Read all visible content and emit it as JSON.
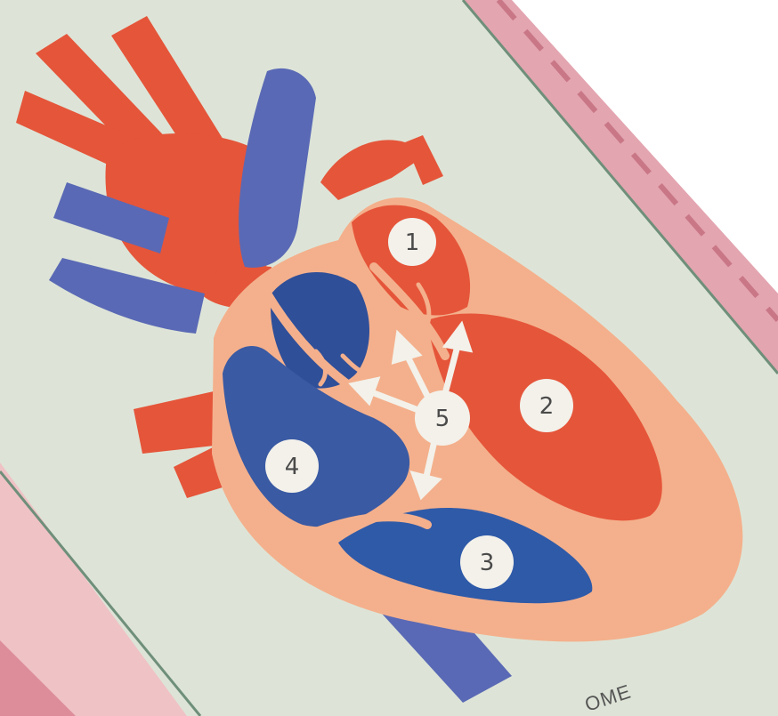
{
  "diagram": {
    "markers": [
      {
        "id": "1",
        "label": "1"
      },
      {
        "id": "2",
        "label": "2"
      },
      {
        "id": "3",
        "label": "3"
      },
      {
        "id": "4",
        "label": "4"
      },
      {
        "id": "5",
        "label": "5"
      }
    ],
    "caption_fragment": "OME"
  },
  "colors": {
    "card_background": "#dde4d7",
    "card_border": "#6f8f7a",
    "pink_band": "#e3a5b0",
    "oxygenated_red": "#e5553a",
    "deoxygenated_blue_vessel": "#5a69b5",
    "deoxygenated_blue_chamber": "#3a5aa3",
    "heart_wall_peach": "#f4b08c",
    "marker_fill": "#f3f1ea",
    "marker_text": "#4a4a4a"
  }
}
